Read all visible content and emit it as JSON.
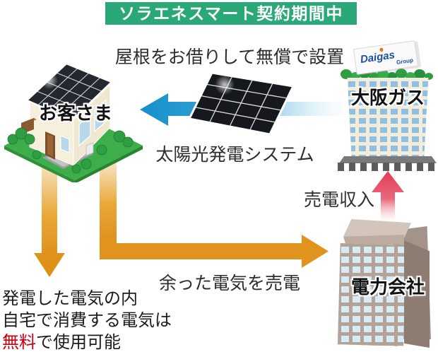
{
  "banner": {
    "title": "ソラエネスマート契約期間中"
  },
  "captions": {
    "roof_install": "屋根をお借りして無償で設置",
    "solar_system": "太陽光発電システム",
    "surplus_sell": "余った電気を売電",
    "sale_income": "売電収入"
  },
  "entities": {
    "customer": {
      "label": "お客さま"
    },
    "osaka_gas": {
      "label": "大阪ガス",
      "sign_main": "Daigas",
      "sign_sub": "Group"
    },
    "power_company": {
      "label": "電力会社"
    }
  },
  "note": {
    "line1": "発電した電気の内",
    "line2": "自宅で消費する電気は",
    "highlight": "無料",
    "line3_rest": "で使用可能"
  },
  "colors": {
    "banner_green": "#2aa878",
    "arrow_orange": "#e0941e",
    "arrow_blue": "#1b97d1",
    "arrow_red": "#e23a57",
    "highlight_red": "#c7000b",
    "daigas_blue": "#1a4fa0"
  }
}
